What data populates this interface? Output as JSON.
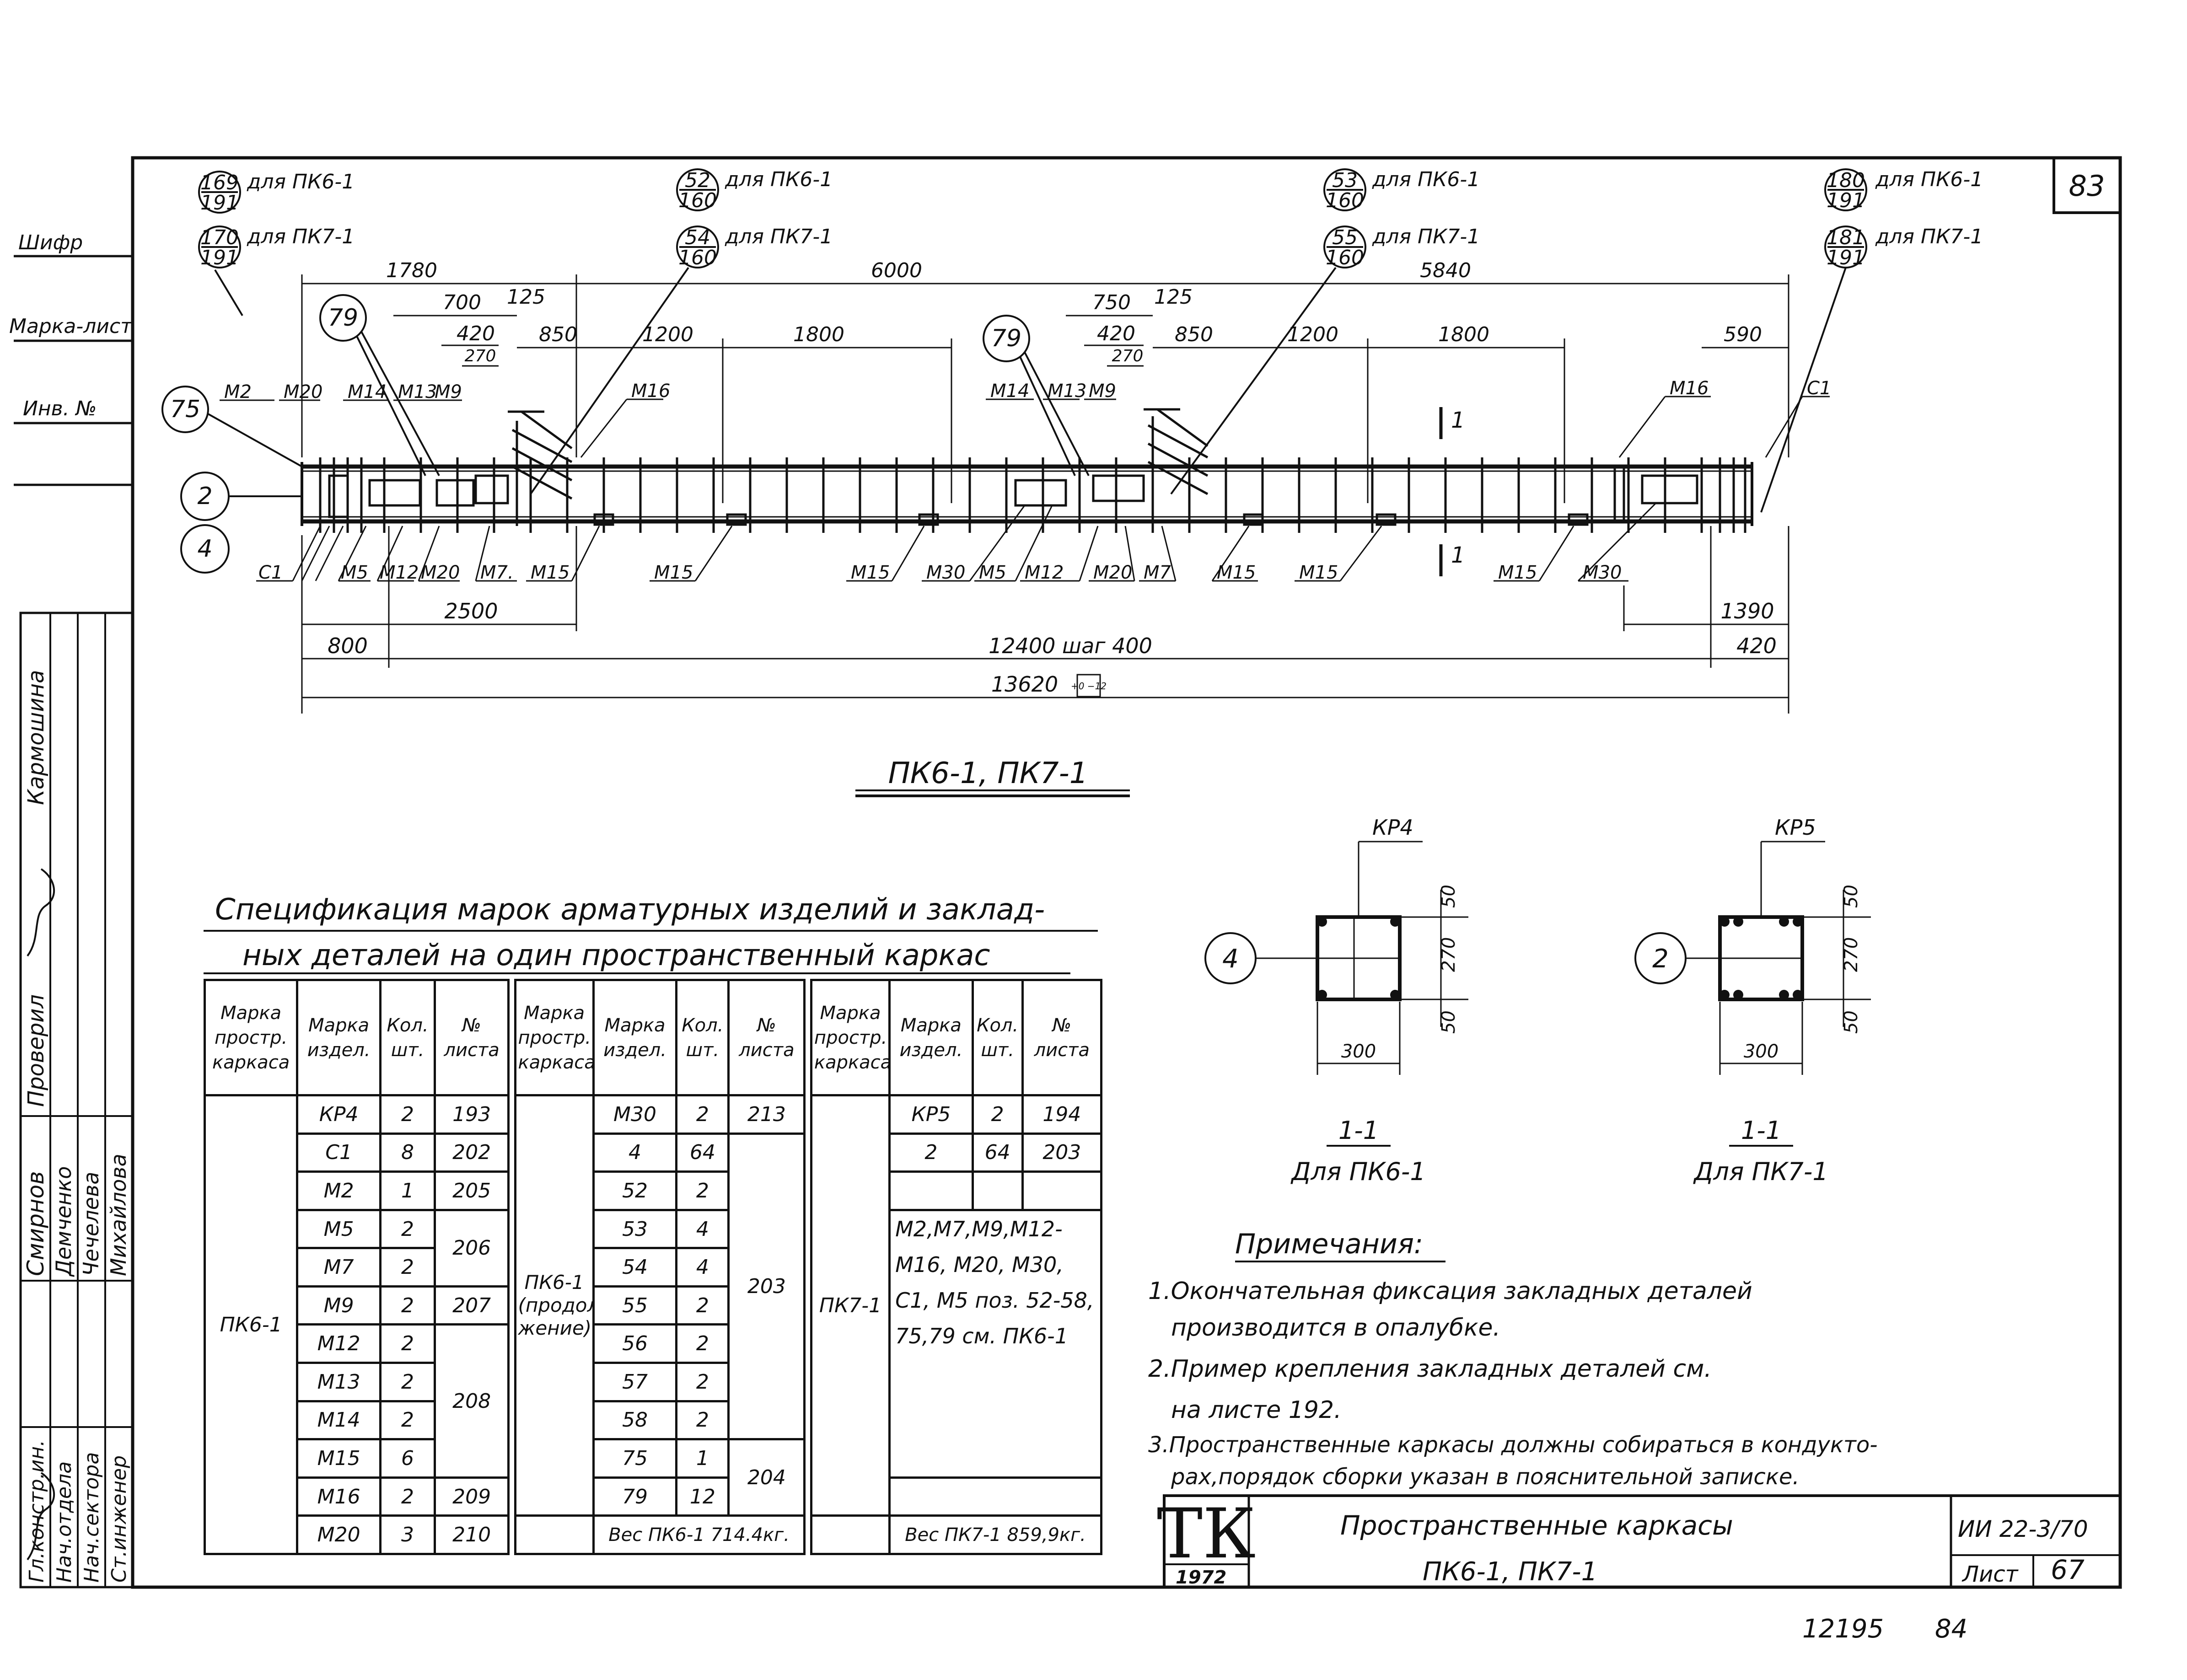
{
  "sheet_number": "83",
  "side_stamp": {
    "fields": [
      "Шифр",
      "Марка-лист",
      "Инв. №"
    ]
  },
  "elevation": {
    "callouts_top": [
      {
        "num": "169",
        "den": "191",
        "text": "для ПК6-1"
      },
      {
        "num": "170",
        "den": "191",
        "text": "для ПК7-1"
      },
      {
        "num": "52",
        "den": "160",
        "text": "для ПК6-1"
      },
      {
        "num": "54",
        "den": "160",
        "text": "для ПК7-1"
      },
      {
        "num": "53",
        "den": "160",
        "text": "для ПК6-1"
      },
      {
        "num": "55",
        "den": "160",
        "text": "для ПК7-1"
      },
      {
        "num": "180",
        "den": "191",
        "text": "для ПК6-1"
      },
      {
        "num": "181",
        "den": "191",
        "text": "для ПК7-1"
      }
    ],
    "circles": [
      "75",
      "79",
      "79",
      "2",
      "4"
    ],
    "dims_top": [
      "1780",
      "6000",
      "5840",
      "700",
      "125",
      "420",
      "270",
      "850",
      "1200",
      "1800",
      "750",
      "125",
      "420",
      "270",
      "850",
      "1200",
      "1800",
      "590"
    ],
    "marks_top": [
      "М2",
      "М20",
      "М14",
      "М13",
      "М9",
      "М16",
      "М14",
      "М13",
      "М9",
      "М16",
      "С1"
    ],
    "marks_bottom": [
      "С1",
      "М5",
      "М12",
      "М20",
      "М7.",
      "М15",
      "М15",
      "М15",
      "М30",
      "М5",
      "М12",
      "М20",
      "М7",
      "М15",
      "М15",
      "М15",
      "М30"
    ],
    "section_mark": "1",
    "dims_bottom": [
      "2500",
      "800",
      "12400 шаг 400",
      "13620",
      "1390",
      "420"
    ],
    "tolerance_note": "+0 −12",
    "title": "ПК6-1, ПК7-1"
  },
  "sections": [
    {
      "label": "КР4",
      "circle": "4",
      "dims": [
        "50",
        "270",
        "50",
        "300"
      ],
      "cut": "1-1",
      "caption": "Для ПК6-1"
    },
    {
      "label": "КР5",
      "circle": "2",
      "dims": [
        "50",
        "270",
        "50",
        "300"
      ],
      "cut": "1-1",
      "caption": "Для ПК7-1"
    }
  ],
  "spec": {
    "title_line1": "Спецификация марок арматурных изделий и заклад-",
    "title_line2": "ных деталей на один пространственный каркас",
    "headers": [
      "Марка простр. каркаса",
      "Марка издел.",
      "Кол. шт.",
      "№ листа"
    ],
    "col1": {
      "frame": "ПК6-1",
      "rows": [
        {
          "mark": "КР4",
          "qty": "2",
          "sheet": "193"
        },
        {
          "mark": "С1",
          "qty": "8",
          "sheet": "202"
        },
        {
          "mark": "М2",
          "qty": "1",
          "sheet": "205"
        },
        {
          "mark": "М5",
          "qty": "2",
          "sheet": "206"
        },
        {
          "mark": "М7",
          "qty": "2",
          "sheet": ""
        },
        {
          "mark": "М9",
          "qty": "2",
          "sheet": "207"
        },
        {
          "mark": "М12",
          "qty": "2",
          "sheet": ""
        },
        {
          "mark": "М13",
          "qty": "2",
          "sheet": "208"
        },
        {
          "mark": "М14",
          "qty": "2",
          "sheet": ""
        },
        {
          "mark": "М15",
          "qty": "6",
          "sheet": ""
        },
        {
          "mark": "М16",
          "qty": "2",
          "sheet": "209"
        },
        {
          "mark": "М20",
          "qty": "3",
          "sheet": "210"
        }
      ]
    },
    "col2": {
      "frame": "ПК6-1 (продол жение)",
      "rows": [
        {
          "mark": "М30",
          "qty": "2",
          "sheet": "213"
        },
        {
          "mark": "4",
          "qty": "64",
          "sheet": ""
        },
        {
          "mark": "52",
          "qty": "2",
          "sheet": ""
        },
        {
          "mark": "53",
          "qty": "4",
          "sheet": ""
        },
        {
          "mark": "54",
          "qty": "4",
          "sheet": ""
        },
        {
          "mark": "55",
          "qty": "2",
          "sheet": "203"
        },
        {
          "mark": "56",
          "qty": "2",
          "sheet": ""
        },
        {
          "mark": "57",
          "qty": "2",
          "sheet": ""
        },
        {
          "mark": "58",
          "qty": "2",
          "sheet": ""
        },
        {
          "mark": "75",
          "qty": "1",
          "sheet": "204"
        },
        {
          "mark": "79",
          "qty": "12",
          "sheet": ""
        }
      ],
      "weight": "Вес ПК6-1 714.4кг."
    },
    "col3": {
      "frame": "ПК7-1",
      "rows": [
        {
          "mark": "КР5",
          "qty": "2",
          "sheet": "194"
        },
        {
          "mark": "2",
          "qty": "64",
          "sheet": "203"
        }
      ],
      "note": "М2,М7,М9,М12-М16, М20, М30, С1, М5 поз. 52-58, 75,79 см. ПК6-1",
      "weight": "Вес ПК7-1 859,9кг."
    }
  },
  "notes": {
    "heading": "Примечания:",
    "items": [
      "1.Окончательная фиксация закладных деталей производится в опалубке.",
      "2.Пример крепления закладных деталей см. на листе 192.",
      "3.Пространственные каркасы должны собираться в кондукторах,порядок сборки указан в пояснительной записке."
    ]
  },
  "title_block": {
    "logo": "ТК",
    "year": "1972",
    "name_line1": "Пространственные каркасы",
    "name_line2": "ПК6-1, ПК7-1",
    "code": "ИИ 22-3/70",
    "sheet_label": "Лист",
    "sheet_value": "67",
    "bottom_number": "12195",
    "bottom_page": "84"
  },
  "signatures": {
    "roles": [
      "Гл.констр.ин.",
      "Нач.отдела",
      "Нач.сектора",
      "Ст.инженер"
    ],
    "names": [
      "Смирнов",
      "Демченко",
      "Чечелева",
      "Михайлова"
    ],
    "checked_label": "Проверил",
    "checker": "Кармошина"
  }
}
